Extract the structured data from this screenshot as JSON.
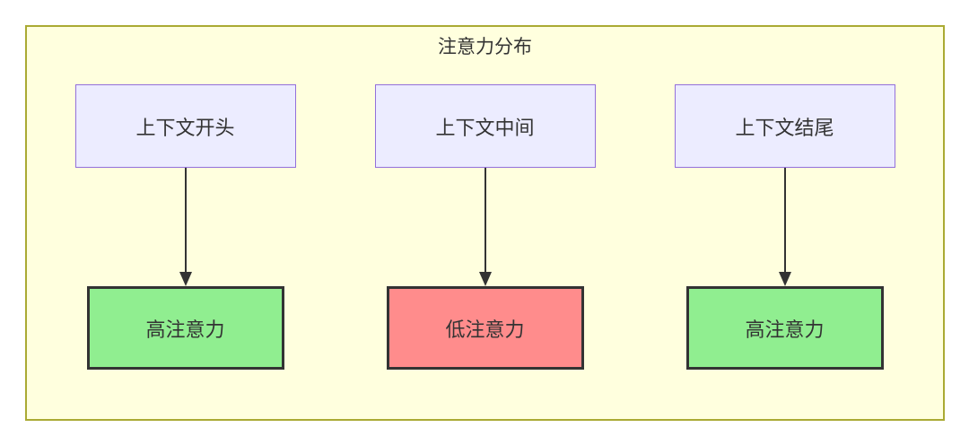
{
  "diagram": {
    "title": "注意力分布",
    "columns": [
      {
        "source": "上下文开头",
        "target": "高注意力",
        "level": "high"
      },
      {
        "source": "上下文中间",
        "target": "低注意力",
        "level": "low"
      },
      {
        "source": "上下文结尾",
        "target": "高注意力",
        "level": "high"
      }
    ],
    "colors": {
      "container_bg": "#ffffde",
      "container_border": "#aaaa33",
      "source_bg": "#ececff",
      "source_border": "#9370db",
      "target_high_bg": "#90ee90",
      "target_low_bg": "#ff8c8c",
      "target_border": "#333333",
      "arrow": "#333333",
      "text": "#333333"
    }
  }
}
